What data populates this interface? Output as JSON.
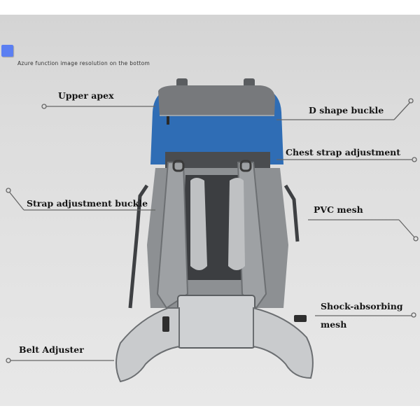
{
  "header": {
    "badge_color": "#5b7ff2",
    "caption": "Azure function image resolution on the bottom"
  },
  "product": {
    "name": "backpack",
    "accent_color": "#2f6db5",
    "body_color": "#7a7d80",
    "mesh_color": "#c9cbcd"
  },
  "callouts": [
    {
      "label": "Upper apex",
      "side": "left"
    },
    {
      "label": "D shape buckle",
      "side": "right"
    },
    {
      "label": "Chest strap adjustment",
      "side": "right"
    },
    {
      "label": "Strap adjustment buckle",
      "side": "left"
    },
    {
      "label": "PVC mesh",
      "side": "right"
    },
    {
      "label": "Shock-absorbing",
      "label_line2": "mesh",
      "side": "right"
    },
    {
      "label": "Belt Adjuster",
      "side": "left"
    }
  ]
}
